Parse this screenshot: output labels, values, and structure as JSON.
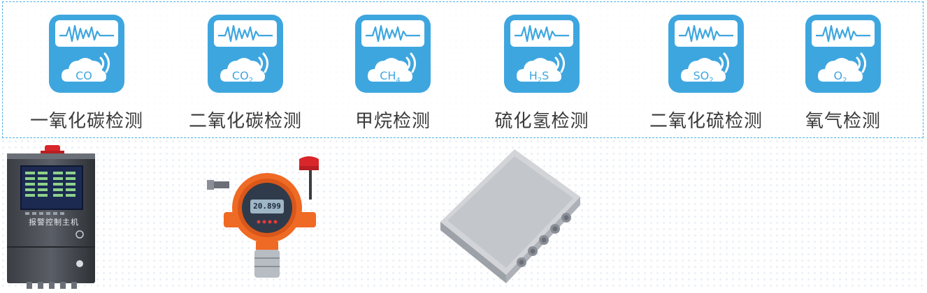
{
  "sensors": [
    {
      "gas_main": "CO",
      "gas_sub": "",
      "label": "一氧化碳检测"
    },
    {
      "gas_main": "CO",
      "gas_sub": "2",
      "label": "二氧化碳检测"
    },
    {
      "gas_main": "CH",
      "gas_sub": "4",
      "label": "甲烷检测"
    },
    {
      "gas_main": "H",
      "gas_sub": "2",
      "gas_tail": "S",
      "label": "硫化氢检测"
    },
    {
      "gas_main": "SO",
      "gas_sub": "2",
      "label": "二氧化硫检测"
    },
    {
      "gas_main": "O",
      "gas_sub": "2",
      "label": "氧气检测"
    }
  ],
  "devices": {
    "controller_label": "报警控制主机",
    "detector_display": "20.899"
  },
  "colors": {
    "icon_blue": "#3ea6df",
    "panel_border": "#4fb0e6",
    "label_text": "#3a3a3a"
  }
}
